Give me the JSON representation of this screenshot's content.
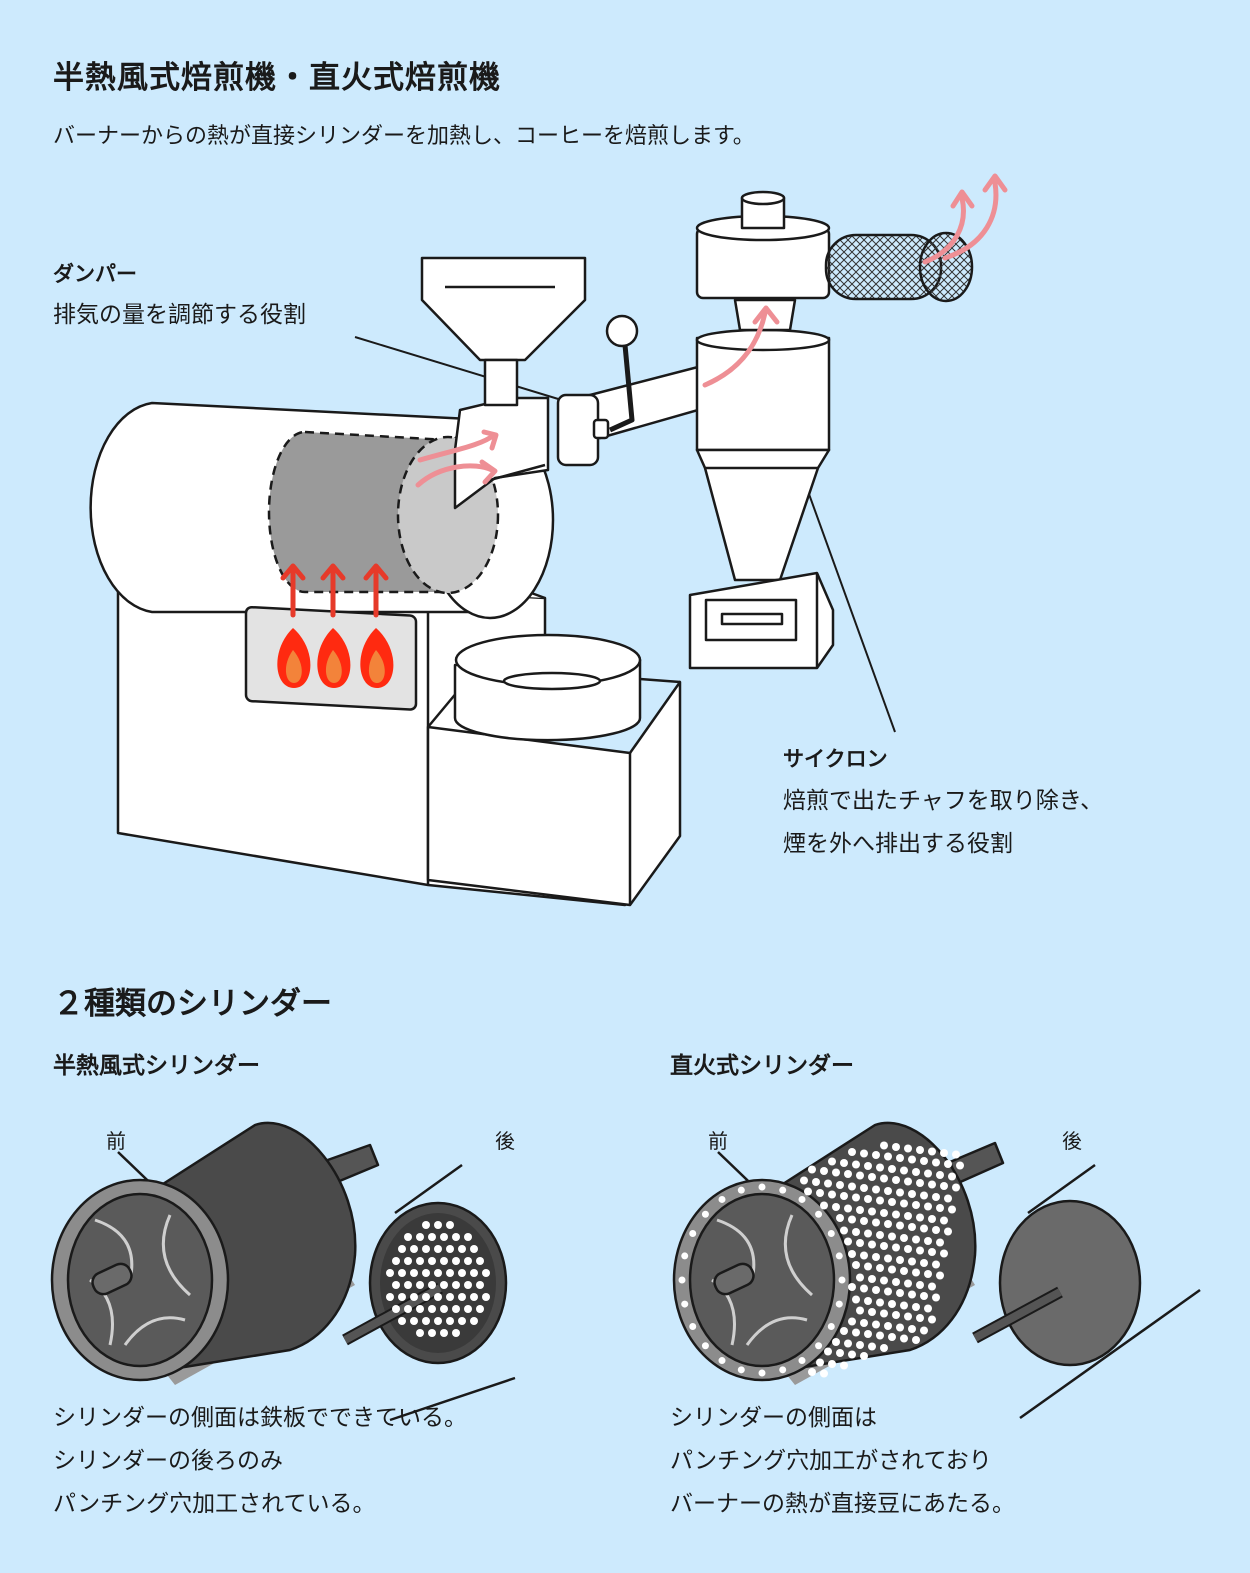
{
  "header": {
    "title": "半熱風式焙煎機・直火式焙煎機",
    "lead": "バーナーからの熱が直接シリンダーを加熱し、コーヒーを焙煎します。"
  },
  "labels": {
    "damper": {
      "title": "ダンパー",
      "body": "排気の量を調節する役割"
    },
    "cyclone": {
      "title": "サイクロン",
      "lines": [
        "焙煎で出たチャフを取り除き、",
        "煙を外へ排出する役割"
      ]
    }
  },
  "cylinders": {
    "heading": "２種類のシリンダー",
    "semi": {
      "title": "半熱風式シリンダー",
      "front": "前",
      "back": "後",
      "caption": [
        "シリンダーの側面は鉄板でできている。",
        "シリンダーの後ろのみ",
        "パンチング穴加工されている。"
      ]
    },
    "direct": {
      "title": "直火式シリンダー",
      "front": "前",
      "back": "後",
      "caption": [
        "シリンダーの側面は",
        "パンチング穴加工がされており",
        "バーナーの熱が直接豆にあたる。"
      ]
    }
  },
  "colors": {
    "background": "#cdeafd",
    "flame_outer": "#ff2a10",
    "flame_inner": "#f3833a",
    "heat_arrow": "#e63a2a",
    "airflow_arrow": "#ee8f95",
    "cylinder_dark": "#4a4a4a",
    "cylinder_gray": "#8c8c8c"
  },
  "icons": [
    "flame-icon",
    "heat-arrow-icon",
    "airflow-arrow-icon"
  ]
}
